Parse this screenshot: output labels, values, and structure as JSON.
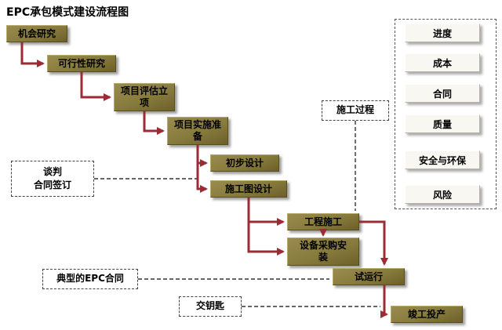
{
  "title": "EPC承包模式建设流程图",
  "flow": {
    "steps": [
      "机会研究",
      "可行性研究",
      "项目评估立项",
      "项目实施准备",
      "初步设计",
      "施工图设计",
      "工程施工",
      "设备采购安装",
      "试运行",
      "竣工投产"
    ]
  },
  "annotations": {
    "negotiation": {
      "line1": "谈判",
      "line2": "合同签订"
    },
    "construction_process": "施工过程",
    "typical_epc_contract": "典型的EPC合同",
    "turnkey": "交钥匙"
  },
  "panel": {
    "items": [
      "进度",
      "成本",
      "合同",
      "质量",
      "安全与环保",
      "风险"
    ]
  },
  "colors": {
    "flow_box": "#867a3c",
    "arrow": "#9b2c35",
    "panel_box": "#f8f7f2",
    "dashed_line": "#333333"
  }
}
